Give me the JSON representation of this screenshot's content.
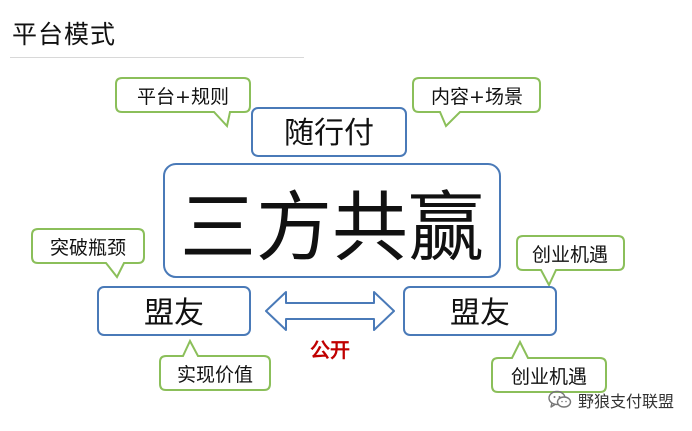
{
  "page": {
    "title": "平台模式"
  },
  "diagram": {
    "center": "三方共赢",
    "top": "随行付",
    "left": "盟友",
    "right": "盟友",
    "arrow_label": "公开",
    "callouts": {
      "top_left": "平台+规则",
      "top_right": "内容+场景",
      "left_upper": "突破瓶颈",
      "left_lower": "实现价值",
      "right_upper": "创业机遇",
      "right_lower": "创业机遇"
    },
    "colors": {
      "box_border": "#4a7ab8",
      "callout_border": "#8bbf5a",
      "arrow_stroke": "#4a7ab8",
      "label_red": "#c00000"
    }
  },
  "watermark": {
    "text": "野狼支付联盟",
    "icon": "wechat-icon"
  }
}
